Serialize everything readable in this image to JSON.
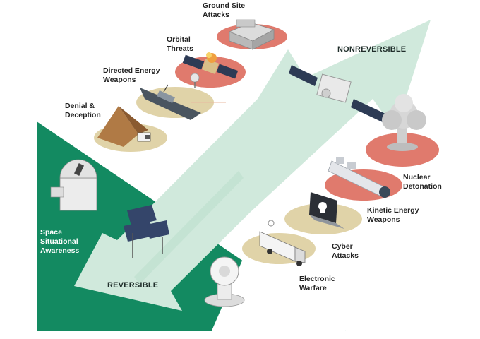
{
  "zones": {
    "nonreversible": "NONREVERSIBLE",
    "reversible": "REVERSIBLE"
  },
  "threats": {
    "ground_site_attacks": "Ground Site\nAttacks",
    "orbital_threats": "Orbital\nThreats",
    "directed_energy_weapons": "Directed Energy\nWeapons",
    "denial_deception": "Denial &\nDeception",
    "nuclear_detonation": "Nuclear\nDetonation",
    "kinetic_energy_weapons": "Kinetic Energy\nWeapons",
    "cyber_attacks": "Cyber\nAttacks",
    "electronic_warfare": "Electronic\nWarfare",
    "space_situational_awareness": "Space\nSituational\nAwareness"
  },
  "icons": {
    "ground_site": "building-icon",
    "orbital": "satellite-explosion-icon",
    "directed_energy": "laser-ship-icon",
    "denial": "pyramid-truck-icon",
    "nuclear": "mushroom-cloud-icon",
    "kinetic": "missile-icon",
    "cyber": "laptop-skull-icon",
    "electronic": "jamming-truck-icon",
    "ssa": "observatory-icon",
    "solar": "solar-panel-icon",
    "dish": "radar-dish-icon",
    "satellite": "satellite-icon"
  },
  "colors": {
    "green_dark": "#138a61",
    "green_light": "#d0e9dc",
    "pad_tan": "#e0d3a8",
    "pad_red": "#e07a6d"
  }
}
